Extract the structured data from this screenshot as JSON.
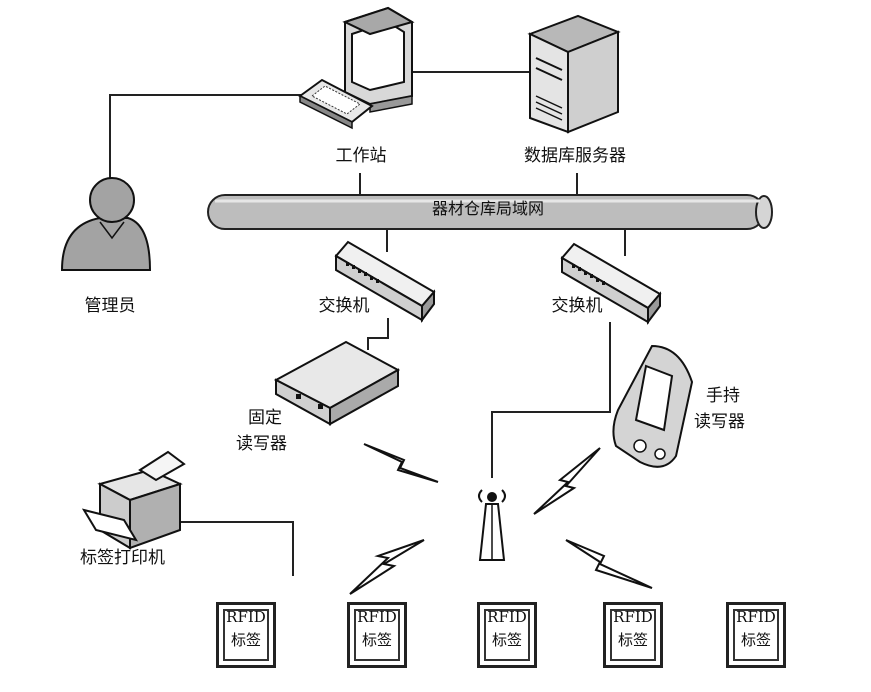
{
  "nodes": {
    "workstation": "工作站",
    "db_server": "数据库服务器",
    "lan": "器材仓库局域网",
    "admin": "管理员",
    "switch_left": "交换机",
    "switch_right": "交换机",
    "fixed_reader_line1": "固定",
    "fixed_reader_line2": "读写器",
    "handheld_line1": "手持",
    "handheld_line2": "读写器",
    "label_printer": "标签打印机"
  },
  "tags": [
    {
      "line1": "RFID",
      "line2": "标签"
    },
    {
      "line1": "RFID",
      "line2": "标签"
    },
    {
      "line1": "RFID",
      "line2": "标签"
    },
    {
      "line1": "RFID",
      "line2": "标签"
    },
    {
      "line1": "RFID",
      "line2": "标签"
    }
  ]
}
